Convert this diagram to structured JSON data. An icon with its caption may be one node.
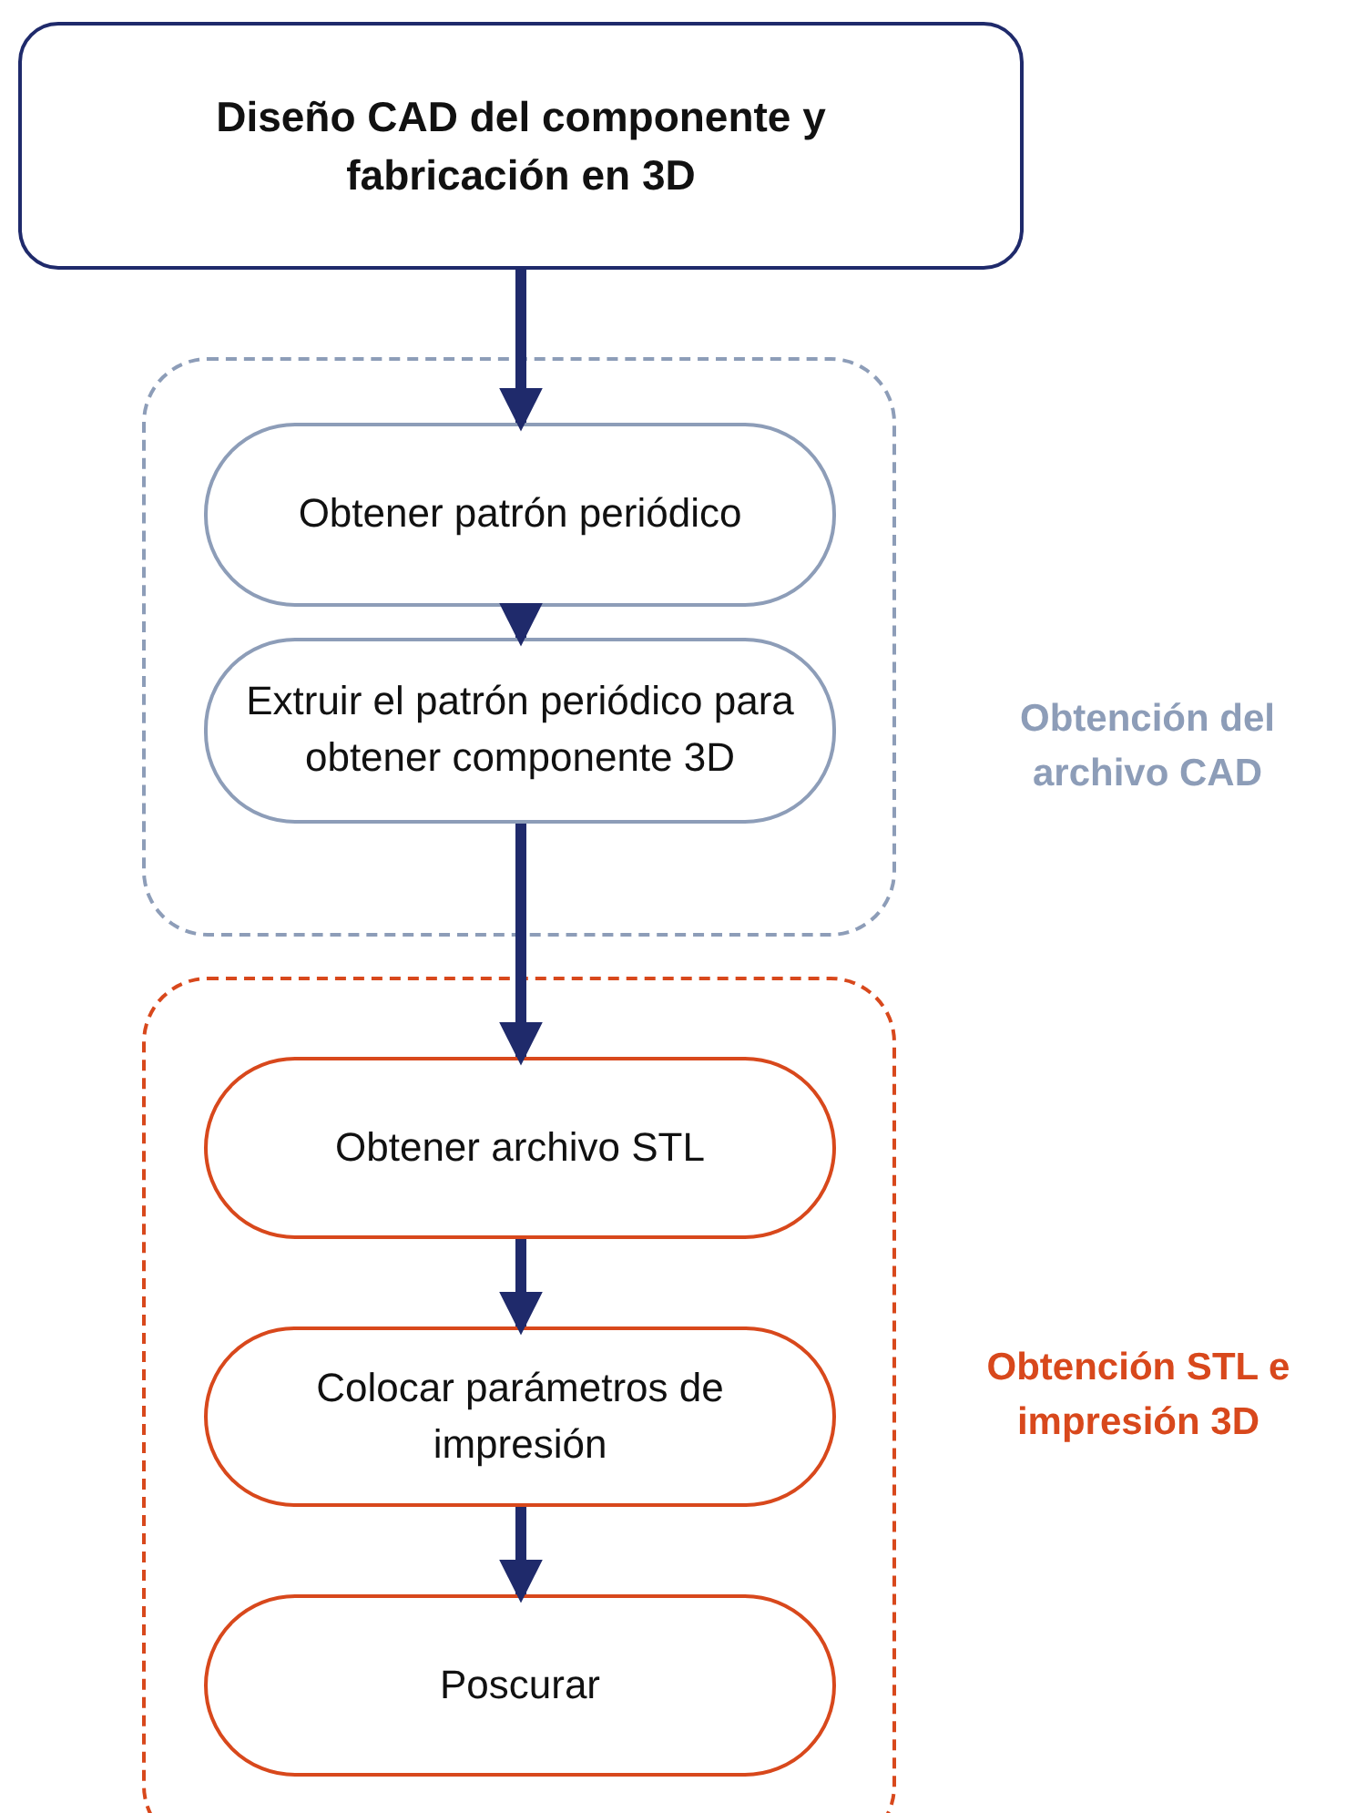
{
  "diagram": {
    "nodes": [
      {
        "text": [
          "Diseño CAD del componente y fabricación en 3D"
        ]
      },
      {
        "text": [],
        "shape": "box",
        "beside": [
          "Obtención del archivo CAD"
        ]
      },
      {
        "text": [
          "Obtener patrón periódico"
        ],
        "in": 1
      },
      {
        "text": [
          "Extruir el patrón periódico para obtener componente 3D"
        ],
        "in": 1
      },
      {
        "text": [],
        "shape": "box",
        "beside": [
          "Obtención STL e impresión 3D"
        ]
      },
      {
        "text": [
          "Obtener archivo STL"
        ],
        "in": 4
      },
      {
        "text": [
          "Colocar parámetros de impresión"
        ],
        "in": 4
      },
      {
        "text": [
          "Poscurar"
        ],
        "in": 4
      }
    ],
    "edges": [
      {
        "from": 0,
        "to": 2,
        "arrow": "to"
      },
      {
        "from": 2,
        "to": 3,
        "arrow": "to"
      },
      {
        "from": 3,
        "to": 5,
        "arrow": "to"
      },
      {
        "from": 5,
        "to": 6,
        "arrow": "to"
      },
      {
        "from": 6,
        "to": 7,
        "arrow": "to"
      }
    ]
  }
}
